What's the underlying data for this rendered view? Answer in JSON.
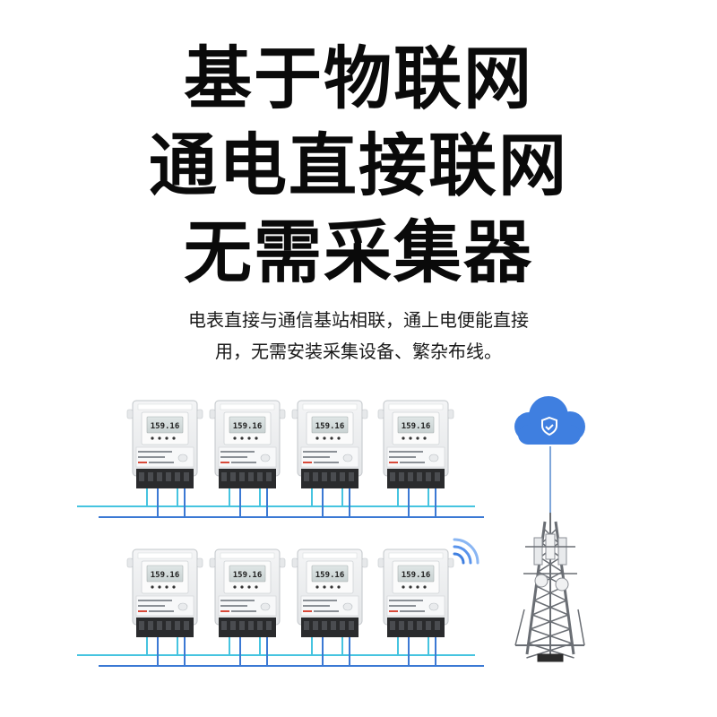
{
  "headline": {
    "line1": "基于物联网",
    "line2": "通电直接联网",
    "line3": "无需采集器"
  },
  "subtitle": {
    "line1": "电表直接与通信基站相联，通上电便能直接",
    "line2": "用，无需安装采集设备、繁杂布线。"
  },
  "meters": {
    "rows": 2,
    "per_row": 4,
    "display_reading": "159.16"
  },
  "colors": {
    "headline": "#0a0a0a",
    "wire_cyan": "#46c4e0",
    "wire_blue": "#3b79d4",
    "cloud": "#3f7fe0",
    "tower": "#6a6e74"
  },
  "icons": {
    "cloud": "cloud-shield-icon",
    "signal": "wifi-signal-icon",
    "tower": "cell-tower-icon"
  }
}
